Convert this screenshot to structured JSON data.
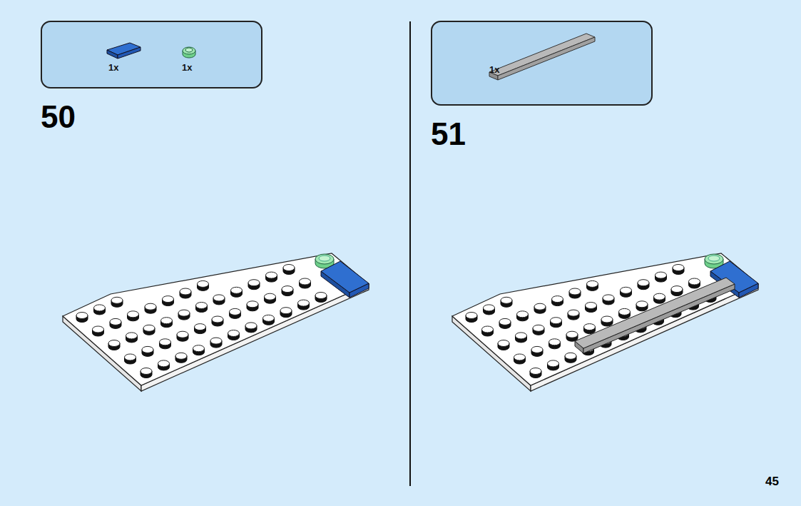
{
  "diagram": {
    "nodes": [
      {
        "text": [
          "1x",
          "1x"
        ]
      },
      {
        "text": [
          "1x"
        ]
      }
    ],
    "labels": [
      "50",
      "51",
      "45"
    ]
  }
}
